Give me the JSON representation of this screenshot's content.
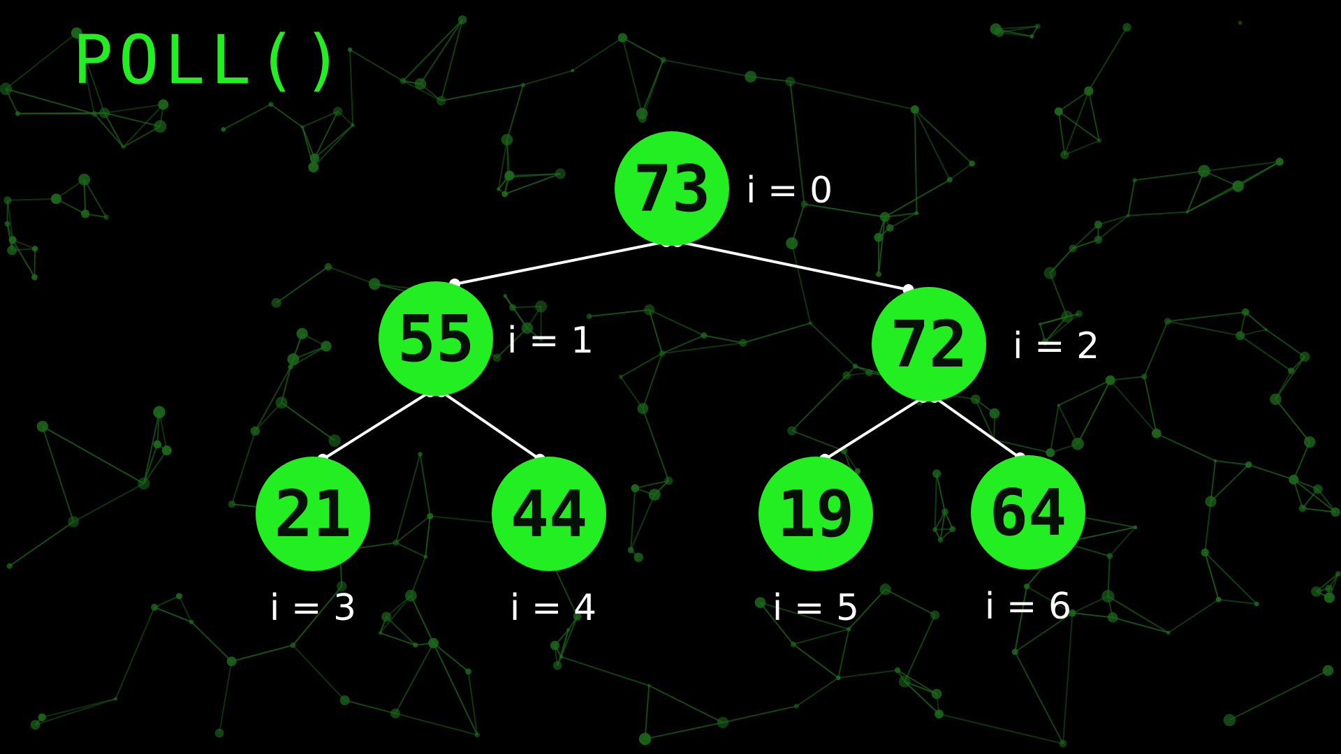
{
  "title": "POLL()",
  "colors": {
    "background": "#000000",
    "node_fill": "#22ee22",
    "node_text": "#061006",
    "edge": "#ffffff",
    "title": "#22ee22",
    "network": "#1d6a1d"
  },
  "heap": {
    "nodes": [
      {
        "value": "73",
        "index_label": "i = 0"
      },
      {
        "value": "55",
        "index_label": "i = 1"
      },
      {
        "value": "72",
        "index_label": "i = 2"
      },
      {
        "value": "21",
        "index_label": "i = 3"
      },
      {
        "value": "44",
        "index_label": "i = 4"
      },
      {
        "value": "19",
        "index_label": "i = 5"
      },
      {
        "value": "64",
        "index_label": "i = 6"
      }
    ],
    "edges": [
      {
        "from": 0,
        "to": 1
      },
      {
        "from": 0,
        "to": 2
      },
      {
        "from": 1,
        "to": 3
      },
      {
        "from": 1,
        "to": 4
      },
      {
        "from": 2,
        "to": 5
      },
      {
        "from": 2,
        "to": 6
      }
    ]
  }
}
